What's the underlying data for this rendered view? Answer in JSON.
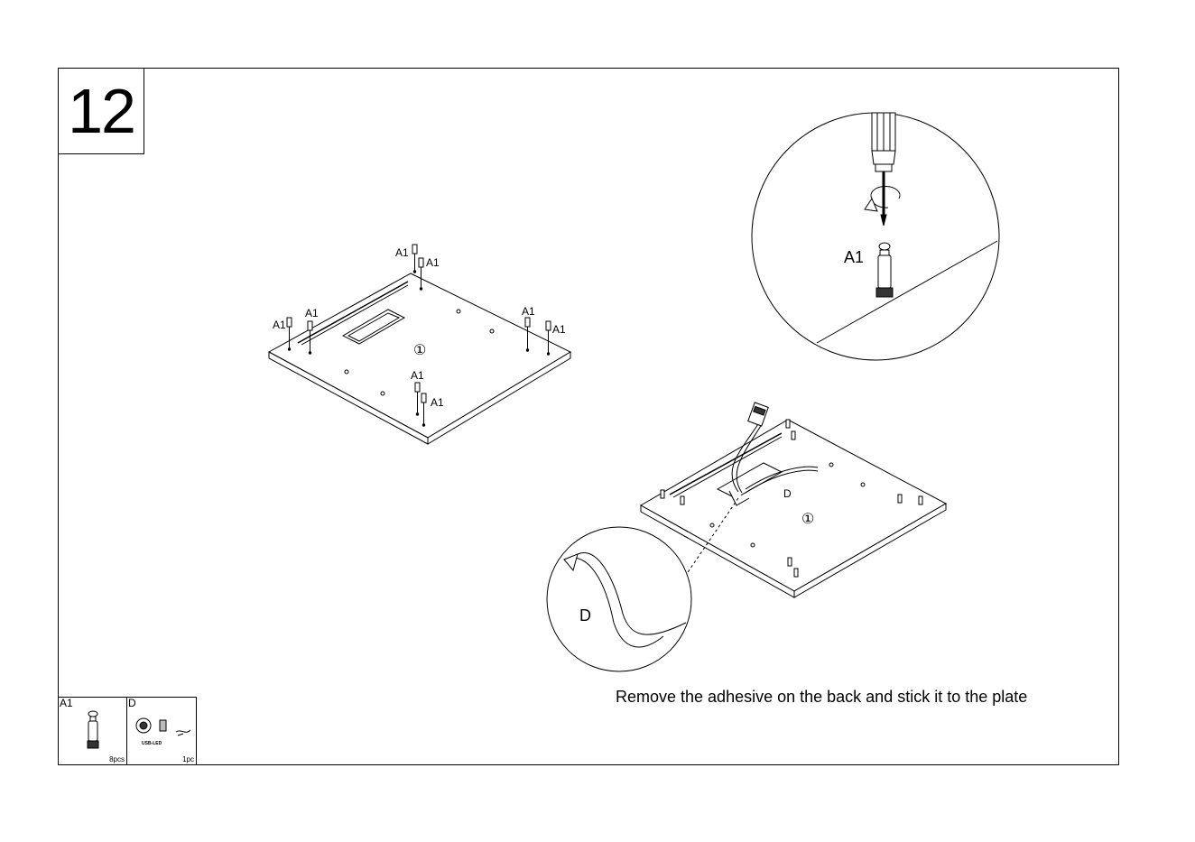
{
  "step": {
    "number": "12"
  },
  "labels": {
    "fitting": "A1",
    "panel": "①",
    "part_d": "D"
  },
  "instruction": "Remove the adhesive on the back and stick it to the plate",
  "parts": [
    {
      "code": "A1",
      "qty": "8pcs",
      "icon": "cam-bolt-icon"
    },
    {
      "code": "D",
      "qty": "1pc",
      "sublabel": "USB-LED",
      "icon": "usb-led-kit-icon"
    }
  ]
}
